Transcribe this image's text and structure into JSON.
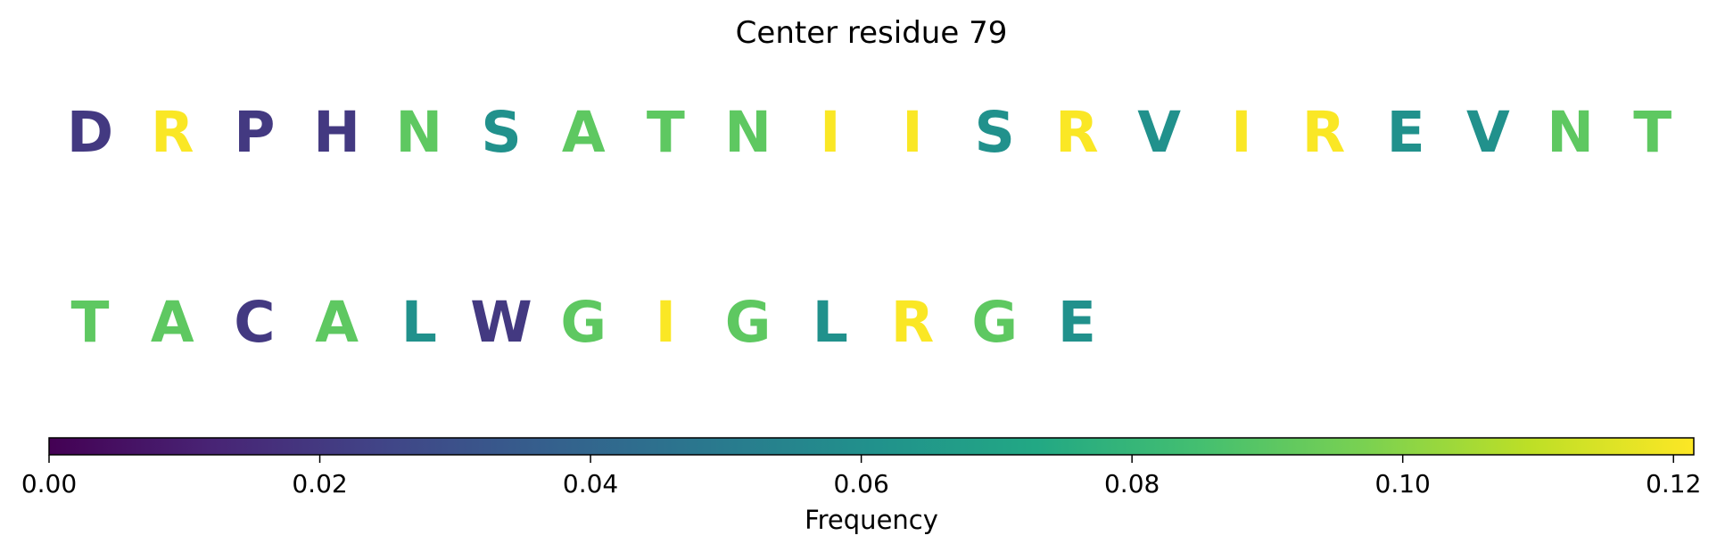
{
  "chart_data": {
    "type": "heatmap",
    "title": "Center residue 79",
    "colorbar": {
      "label": "Frequency",
      "range": [
        0,
        0.1215
      ],
      "ticks": [
        "0.00",
        "0.02",
        "0.04",
        "0.06",
        "0.08",
        "0.10",
        "0.12"
      ],
      "tick_values": [
        0,
        0.02,
        0.04,
        0.06,
        0.08,
        0.1,
        0.12
      ],
      "colormap": "viridis"
    },
    "rows": [
      {
        "residues": [
          {
            "letter": "D",
            "value": 0.02
          },
          {
            "letter": "R",
            "value": 0.121
          },
          {
            "letter": "P",
            "value": 0.02
          },
          {
            "letter": "H",
            "value": 0.02
          },
          {
            "letter": "N",
            "value": 0.091
          },
          {
            "letter": "S",
            "value": 0.061
          },
          {
            "letter": "A",
            "value": 0.091
          },
          {
            "letter": "T",
            "value": 0.091
          },
          {
            "letter": "N",
            "value": 0.091
          },
          {
            "letter": "I",
            "value": 0.121
          },
          {
            "letter": "I",
            "value": 0.121
          },
          {
            "letter": "S",
            "value": 0.061
          },
          {
            "letter": "R",
            "value": 0.121
          },
          {
            "letter": "V",
            "value": 0.061
          },
          {
            "letter": "I",
            "value": 0.121
          },
          {
            "letter": "R",
            "value": 0.121
          },
          {
            "letter": "E",
            "value": 0.061
          },
          {
            "letter": "V",
            "value": 0.061
          },
          {
            "letter": "N",
            "value": 0.091
          },
          {
            "letter": "T",
            "value": 0.091
          }
        ]
      },
      {
        "residues": [
          {
            "letter": "T",
            "value": 0.091
          },
          {
            "letter": "A",
            "value": 0.091
          },
          {
            "letter": "C",
            "value": 0.02
          },
          {
            "letter": "A",
            "value": 0.091
          },
          {
            "letter": "L",
            "value": 0.061
          },
          {
            "letter": "W",
            "value": 0.02
          },
          {
            "letter": "G",
            "value": 0.091
          },
          {
            "letter": "I",
            "value": 0.121
          },
          {
            "letter": "G",
            "value": 0.091
          },
          {
            "letter": "L",
            "value": 0.061
          },
          {
            "letter": "R",
            "value": 0.121
          },
          {
            "letter": "G",
            "value": 0.091
          },
          {
            "letter": "E",
            "value": 0.061
          }
        ]
      }
    ]
  }
}
